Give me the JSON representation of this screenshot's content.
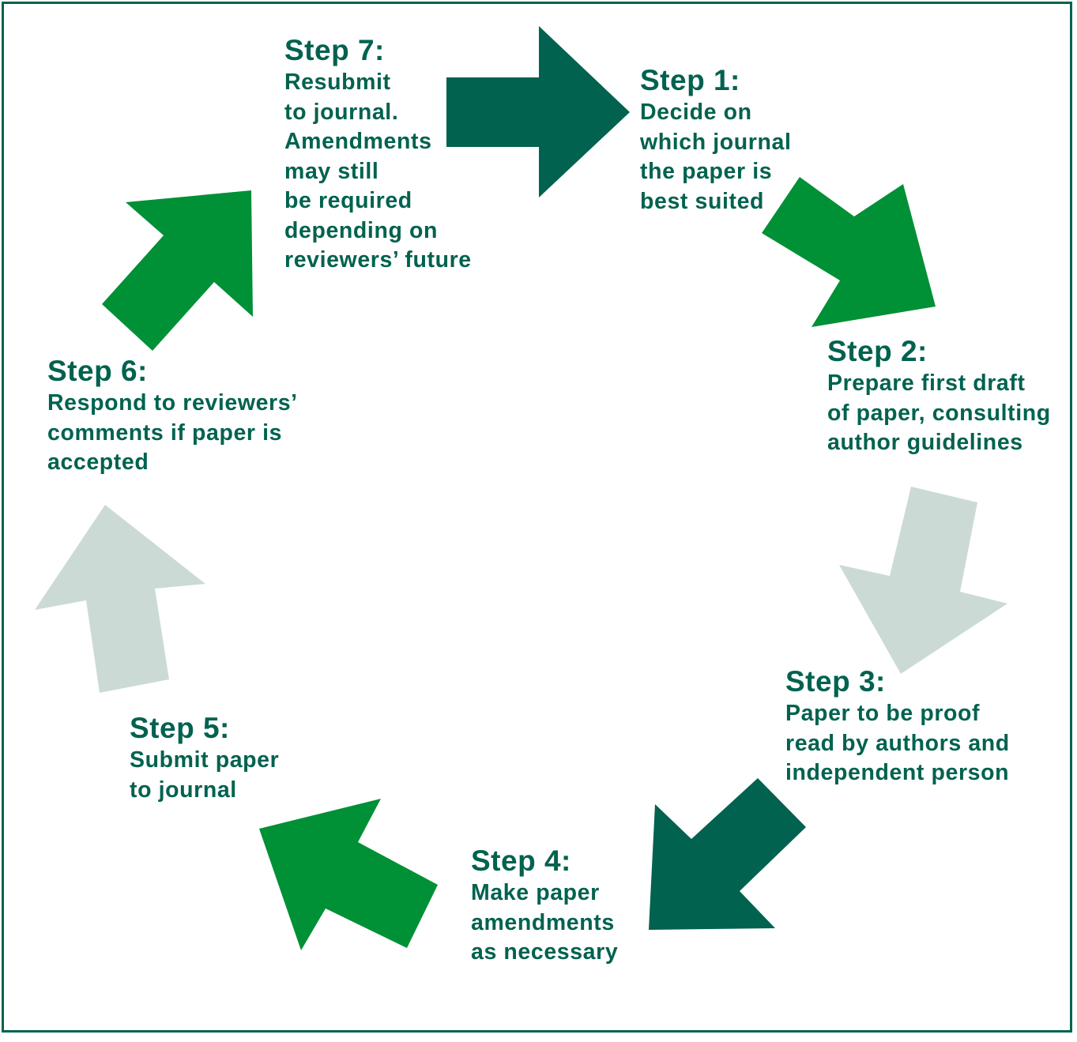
{
  "colors": {
    "dark_green": "#00624f",
    "bright_green": "#009036",
    "grey": "#cbdad5",
    "text": "#00624f",
    "border": "#00624f"
  },
  "steps": [
    {
      "id": "step1",
      "title": "Step 1:",
      "lines": [
        "Decide on",
        "which journal",
        "the paper is",
        "best suited"
      ]
    },
    {
      "id": "step2",
      "title": "Step 2:",
      "lines": [
        "Prepare first draft",
        "of paper, consulting",
        "author guidelines"
      ]
    },
    {
      "id": "step3",
      "title": "Step 3:",
      "lines": [
        "Paper to be proof",
        "read by authors and",
        "independent person"
      ]
    },
    {
      "id": "step4",
      "title": "Step 4:",
      "lines": [
        "Make paper",
        "amendments",
        "as necessary"
      ]
    },
    {
      "id": "step5",
      "title": "Step 5:",
      "lines": [
        "Submit paper",
        "to journal"
      ]
    },
    {
      "id": "step6",
      "title": "Step 6:",
      "lines": [
        "Respond to reviewers’",
        "comments if paper is",
        "accepted"
      ]
    },
    {
      "id": "step7",
      "title": "Step 7:",
      "lines": [
        "Resubmit",
        "to journal.",
        "Amendments",
        "may still",
        "be required",
        "depending on",
        "reviewers’ future"
      ]
    }
  ]
}
